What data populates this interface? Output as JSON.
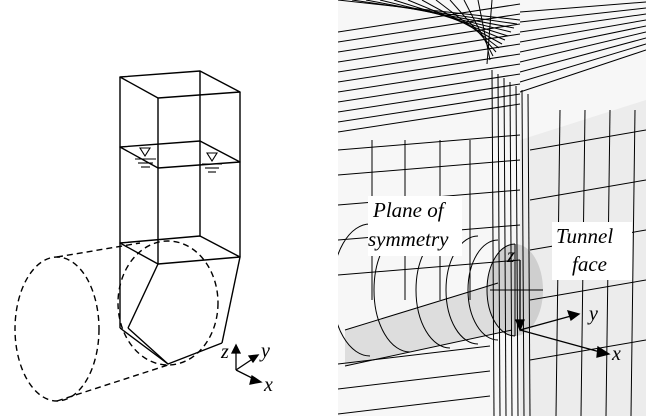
{
  "left_panel": {
    "axes": {
      "z": "z",
      "y": "y",
      "x": "x"
    }
  },
  "right_panel": {
    "labels": {
      "plane_line1": "Plane of",
      "plane_line2": "symmetry",
      "tunnel_line1": "Tunnel",
      "tunnel_line2": "face"
    },
    "axes": {
      "z": "z",
      "y": "y",
      "x": "x"
    }
  }
}
